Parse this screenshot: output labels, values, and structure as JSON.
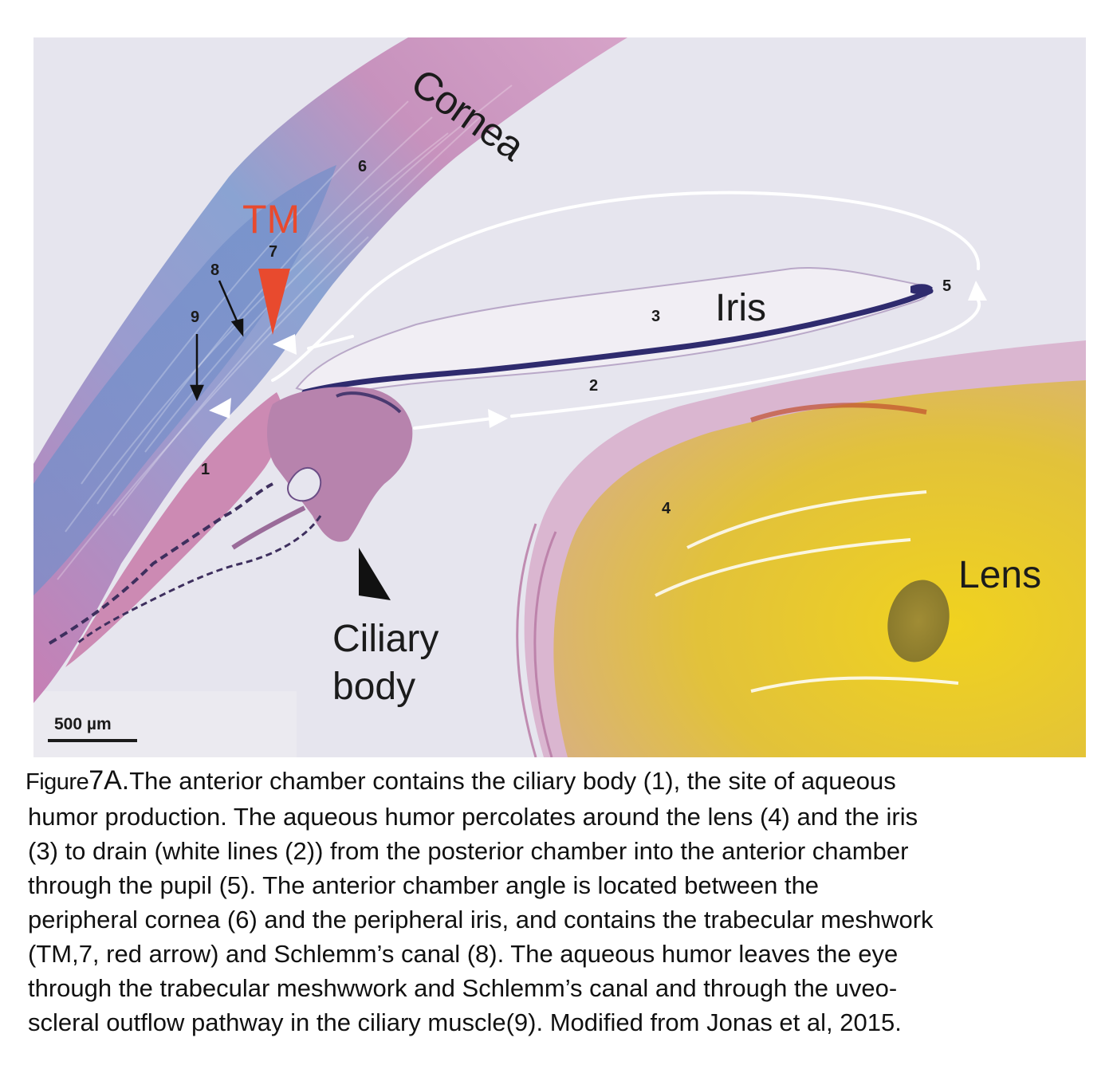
{
  "figure": {
    "labels": {
      "cornea": "Cornea",
      "tm": "TM",
      "iris": "Iris",
      "ciliary_line1": "Ciliary",
      "ciliary_line2": "body",
      "lens": "Lens",
      "n1": "1",
      "n2": "2",
      "n3": "3",
      "n4": "4",
      "n5": "5",
      "n6": "6",
      "n7": "7",
      "n8": "8",
      "n9": "9"
    },
    "scale_bar": "500 µm",
    "colors": {
      "background": "#e6e5ee",
      "cornea_pink": "#c98db8",
      "cornea_blue": "#7f96c8",
      "iris_stroma": "#ece8f0",
      "iris_pigment": "#3a3577",
      "ciliary_pink": "#b07aaa",
      "lens_yellow": "#e3c22a",
      "tm_arrow_red": "#e84a2e",
      "flow_lines": "#ffffff"
    }
  },
  "caption": {
    "prefix": "Figure",
    "number": "7A.",
    "lines": [
      "The anterior chamber contains the ciliary body (1), the site of aqueous",
      "humor production. The aqueous humor percolates around the  lens (4) and the iris",
      "(3) to drain (white lines (2)) from the posterior  chamber into the anterior chamber",
      "through the pupil (5). The anterior chamber angle is located between the",
      "peripheral cornea (6) and the peripheral iris, and contains the trabecular meshwork",
      "(TM,7, red arrow) and Schlemm’s canal (8). The aqueous humor leaves the eye",
      "through the trabecular meshwwork and Schlemm’s canal and through the uveo-",
      "scleral outflow pathway in the ciliary muscle(9). Modified from Jonas et al, 2015."
    ]
  }
}
